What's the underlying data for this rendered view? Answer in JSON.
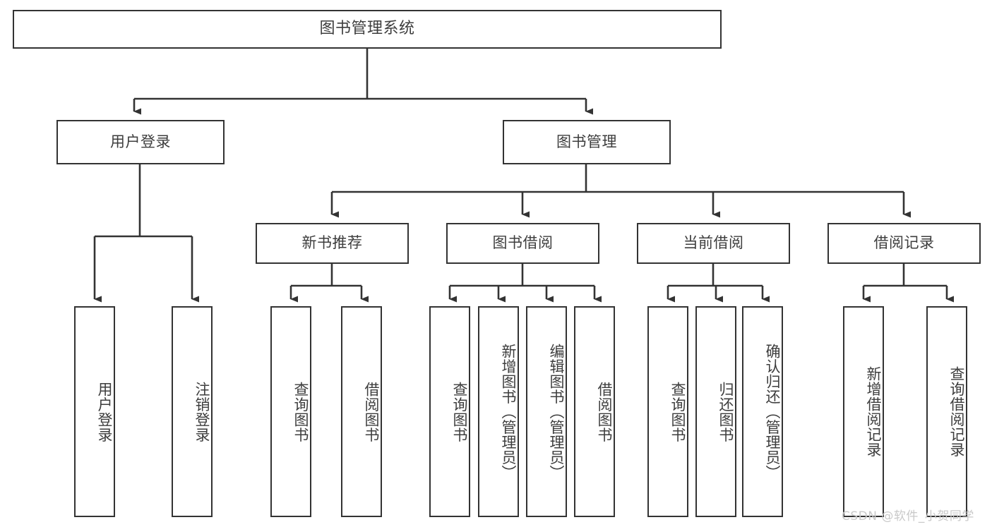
{
  "diagram": {
    "title": "图书管理系统",
    "watermark": "CSDN @软件_小贺同学",
    "colors": {
      "box_border": "#333333",
      "box_fill": "#ffffff",
      "connector": "#333333",
      "text": "#3d3d3d",
      "watermark": "#c9c9c9"
    },
    "root": {
      "label": "图书管理系统"
    },
    "level2": [
      {
        "id": "user-login",
        "label": "用户登录"
      },
      {
        "id": "book-management",
        "label": "图书管理"
      }
    ],
    "level3": [
      {
        "id": "new-book-recommend",
        "label": "新书推荐",
        "parent": "book-management"
      },
      {
        "id": "book-borrow",
        "label": "图书借阅",
        "parent": "book-management"
      },
      {
        "id": "current-borrow",
        "label": "当前借阅",
        "parent": "book-management"
      },
      {
        "id": "borrow-record",
        "label": "借阅记录",
        "parent": "book-management"
      }
    ],
    "leaves": [
      {
        "id": "leaf-user-login",
        "label": "用户登录",
        "parent": "user-login"
      },
      {
        "id": "leaf-logout-login",
        "label": "注销登录",
        "parent": "user-login"
      },
      {
        "id": "leaf-query-book-1",
        "label": "查询图书",
        "parent": "new-book-recommend"
      },
      {
        "id": "leaf-borrow-book-1",
        "label": "借阅图书",
        "parent": "new-book-recommend"
      },
      {
        "id": "leaf-query-book-2",
        "label": "查询图书",
        "parent": "book-borrow"
      },
      {
        "id": "leaf-add-book",
        "label": "新增图书（管理员）",
        "parent": "book-borrow"
      },
      {
        "id": "leaf-edit-book",
        "label": "编辑图书（管理员）",
        "parent": "book-borrow"
      },
      {
        "id": "leaf-borrow-book-2",
        "label": "借阅图书",
        "parent": "book-borrow"
      },
      {
        "id": "leaf-query-book-3",
        "label": "查询图书",
        "parent": "current-borrow"
      },
      {
        "id": "leaf-return-book",
        "label": "归还图书",
        "parent": "current-borrow"
      },
      {
        "id": "leaf-confirm-return",
        "label": "确认归还（管理员）",
        "parent": "current-borrow"
      },
      {
        "id": "leaf-add-record",
        "label": "新增借阅记录",
        "parent": "borrow-record"
      },
      {
        "id": "leaf-query-record",
        "label": "查询借阅记录",
        "parent": "borrow-record"
      }
    ]
  }
}
